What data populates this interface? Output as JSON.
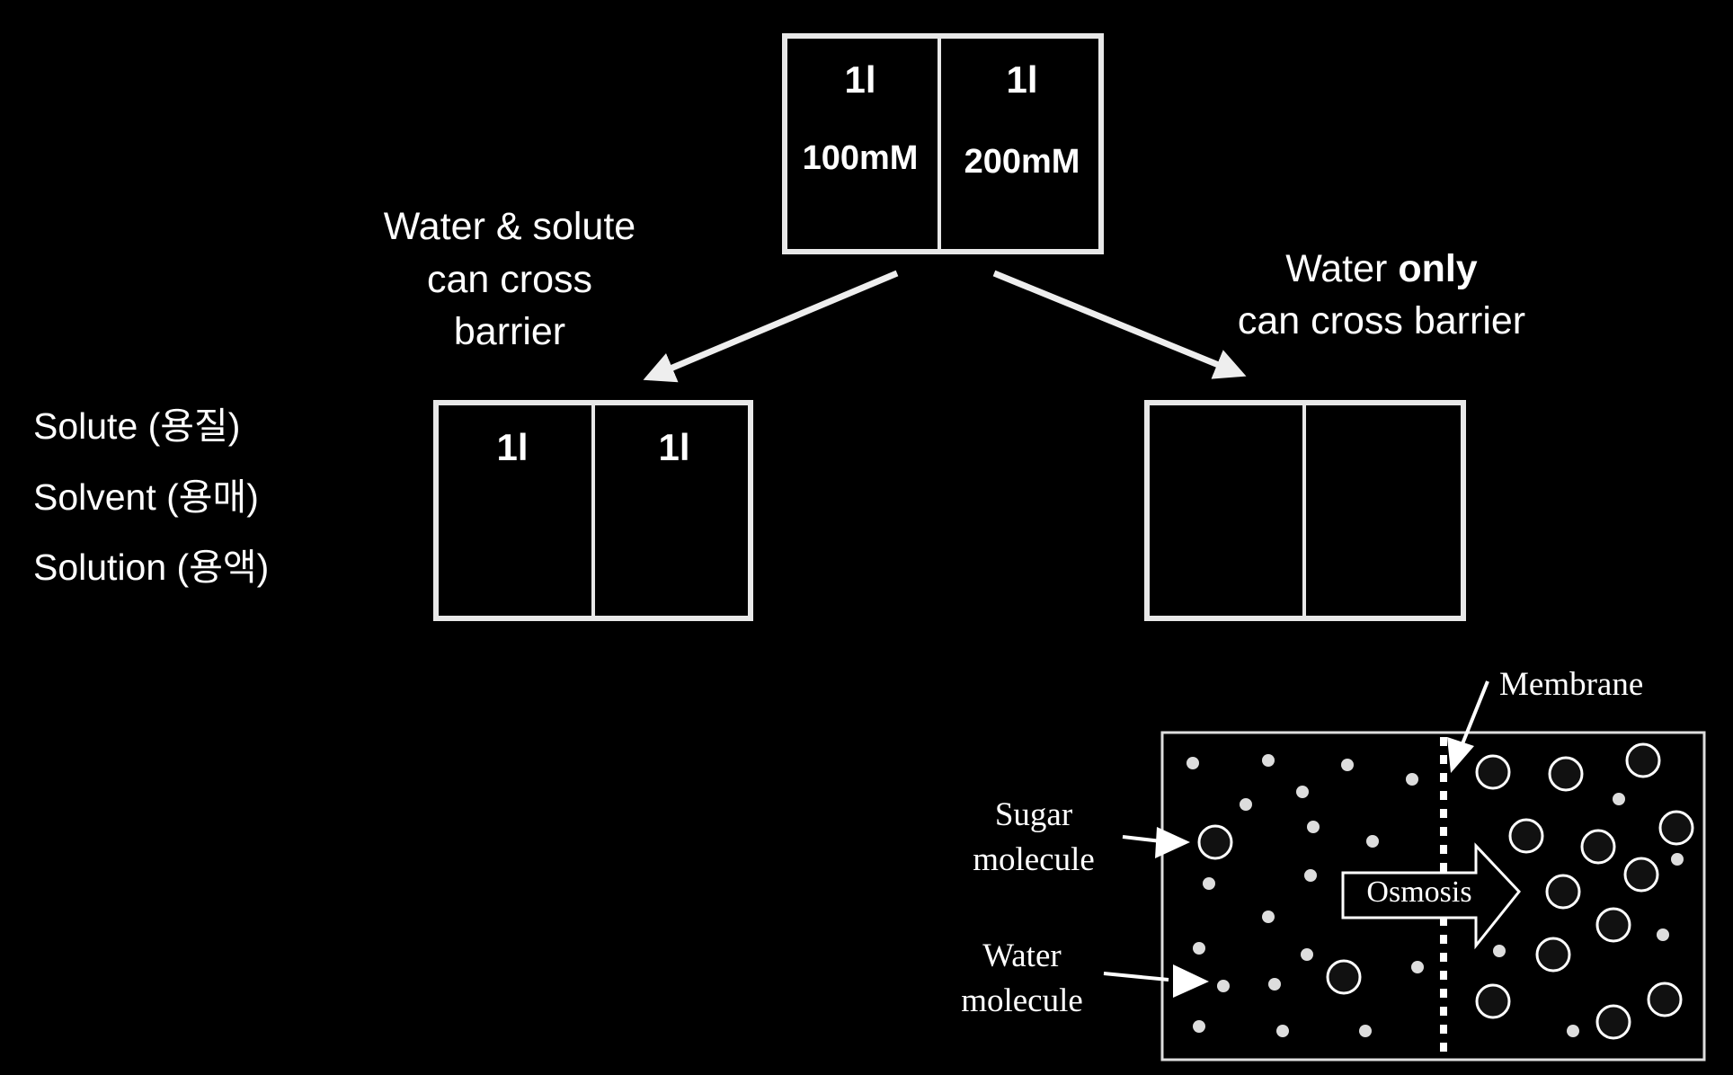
{
  "top_box": {
    "left": {
      "volume": "1l",
      "concentration": "100mM"
    },
    "right": {
      "volume": "1l",
      "concentration": "200mM"
    }
  },
  "left_caption": [
    "Water & solute",
    "can cross",
    "barrier"
  ],
  "right_caption": {
    "line1_pre": "Water ",
    "line1_bold": "only",
    "line2": "can cross barrier"
  },
  "left_box": {
    "left_volume": "1l",
    "right_volume": "1l"
  },
  "terms": [
    "Solute (용질)",
    "Solvent (용매)",
    "Solution (용액)"
  ],
  "osmosis_figure": {
    "membrane_label": "Membrane",
    "sugar_label": [
      "Sugar",
      "molecule"
    ],
    "water_label": [
      "Water",
      "molecule"
    ],
    "arrow_label": "Osmosis"
  }
}
